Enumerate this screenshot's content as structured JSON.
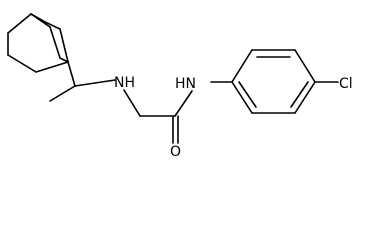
{
  "structure": {
    "labels": {
      "amine_nh": "NH",
      "amide_nh": "HN",
      "carbonyl_o": "O",
      "chlorine": "Cl"
    },
    "colors": {
      "bond": "#000000",
      "label": "#000000",
      "background": "#ffffff"
    }
  }
}
